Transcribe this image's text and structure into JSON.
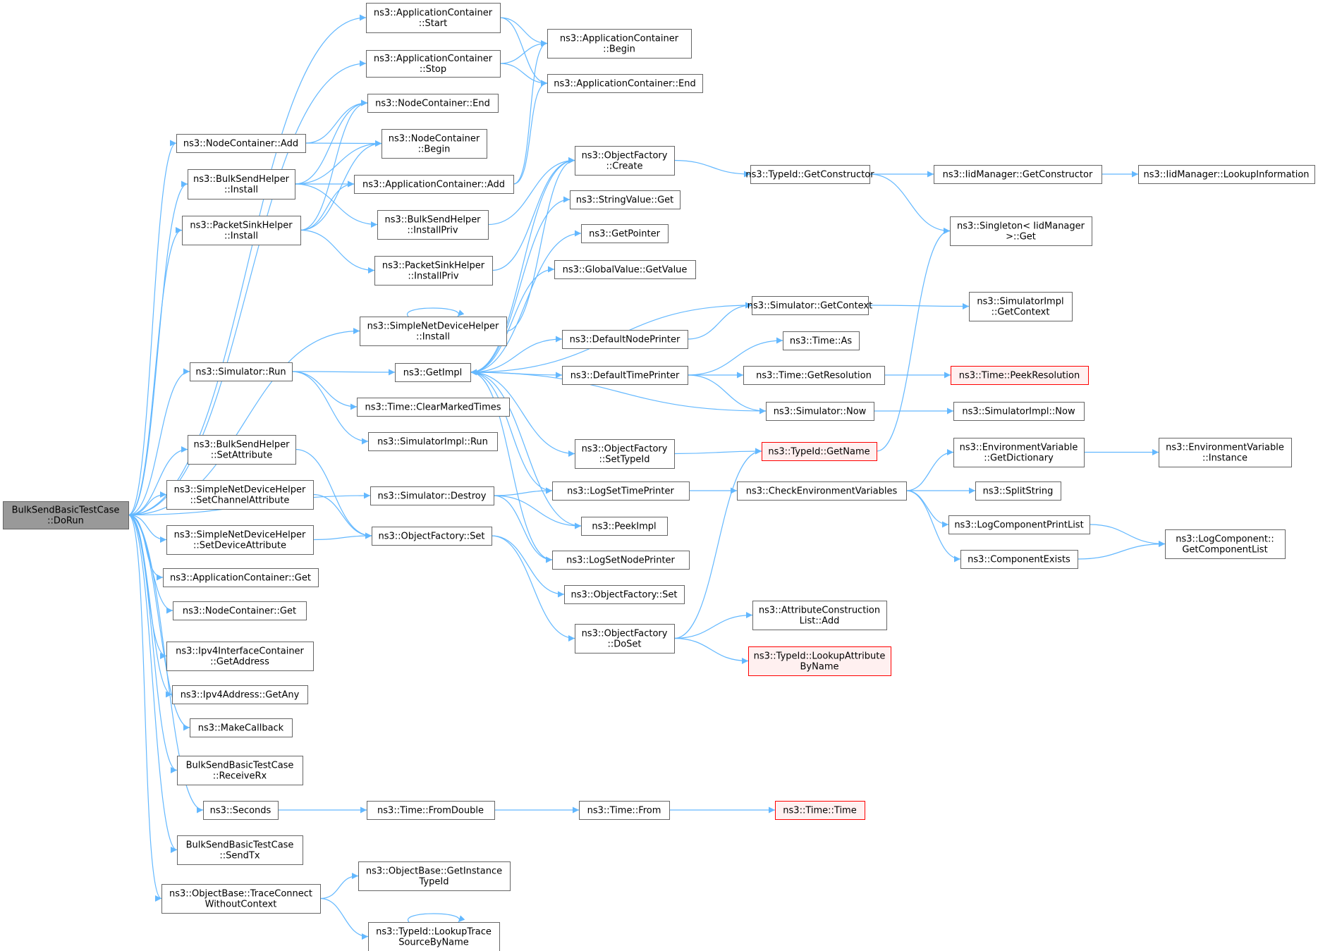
{
  "colors": {
    "edge": "#63b8ff",
    "node_border": "#666666",
    "node_fill": "#ffffff",
    "root_fill": "#999999",
    "root_border": "#666666",
    "highlight_fill": "#fff0f0",
    "highlight_border": "#ff0000"
  },
  "nodes": {
    "root": {
      "lines": [
        "BulkSendBasicTestCase",
        "::DoRun"
      ]
    },
    "appStart": {
      "lines": [
        "ns3::ApplicationContainer",
        "::Start"
      ]
    },
    "appBegin": {
      "lines": [
        "ns3::ApplicationContainer",
        "::Begin"
      ]
    },
    "appStop": {
      "lines": [
        "ns3::ApplicationContainer",
        "::Stop"
      ]
    },
    "appEnd": {
      "lines": [
        "ns3::ApplicationContainer::End"
      ]
    },
    "ncEnd": {
      "lines": [
        "ns3::NodeContainer::End"
      ]
    },
    "ncAdd": {
      "lines": [
        "ns3::NodeContainer::Add"
      ]
    },
    "ncBegin": {
      "lines": [
        "ns3::NodeContainer",
        "::Begin"
      ]
    },
    "bshInstall": {
      "lines": [
        "ns3::BulkSendHelper",
        "::Install"
      ]
    },
    "appAdd": {
      "lines": [
        "ns3::ApplicationContainer::Add"
      ]
    },
    "ofCreate": {
      "lines": [
        "ns3::ObjectFactory",
        "::Create"
      ]
    },
    "getCtor": {
      "lines": [
        "ns3::TypeId::GetConstructor"
      ]
    },
    "iidGetCtor": {
      "lines": [
        "ns3::IidManager::GetConstructor"
      ]
    },
    "iidLookup": {
      "lines": [
        "ns3::IidManager::LookupInformation"
      ]
    },
    "pshInstall": {
      "lines": [
        "ns3::PacketSinkHelper",
        "::Install"
      ]
    },
    "bshInstallPriv": {
      "lines": [
        "ns3::BulkSendHelper",
        "::InstallPriv"
      ]
    },
    "strGet": {
      "lines": [
        "ns3::StringValue::Get"
      ]
    },
    "singletonGet": {
      "lines": [
        "ns3::Singleton< IidManager",
        " >::Get"
      ]
    },
    "getPointer": {
      "lines": [
        "ns3::GetPointer"
      ]
    },
    "pshInstallPriv": {
      "lines": [
        "ns3::PacketSinkHelper",
        "::InstallPriv"
      ]
    },
    "gvGetValue": {
      "lines": [
        "ns3::GlobalValue::GetValue"
      ]
    },
    "snhInstall": {
      "lines": [
        "ns3::SimpleNetDeviceHelper",
        "::Install"
      ]
    },
    "simGetContext": {
      "lines": [
        "ns3::Simulator::GetContext"
      ]
    },
    "siGetContext": {
      "lines": [
        "ns3::SimulatorImpl",
        "::GetContext"
      ]
    },
    "defNodePrinter": {
      "lines": [
        "ns3::DefaultNodePrinter"
      ]
    },
    "timeAs": {
      "lines": [
        "ns3::Time::As"
      ]
    },
    "simRun": {
      "lines": [
        "ns3::Simulator::Run"
      ]
    },
    "getImpl": {
      "lines": [
        "ns3::GetImpl"
      ]
    },
    "defTimePrinter": {
      "lines": [
        "ns3::DefaultTimePrinter"
      ]
    },
    "timeGetRes": {
      "lines": [
        "ns3::Time::GetResolution"
      ]
    },
    "timePeekRes": {
      "lines": [
        "ns3::Time::PeekResolution"
      ]
    },
    "timeClearMarked": {
      "lines": [
        "ns3::Time::ClearMarkedTimes"
      ]
    },
    "simNow": {
      "lines": [
        "ns3::Simulator::Now"
      ]
    },
    "siNow": {
      "lines": [
        "ns3::SimulatorImpl::Now"
      ]
    },
    "siRun": {
      "lines": [
        "ns3::SimulatorImpl::Run"
      ]
    },
    "bshSetAttr": {
      "lines": [
        "ns3::BulkSendHelper",
        "::SetAttribute"
      ]
    },
    "ofSetTypeId": {
      "lines": [
        "ns3::ObjectFactory",
        "::SetTypeId"
      ]
    },
    "typeIdGetName": {
      "lines": [
        "ns3::TypeId::GetName"
      ]
    },
    "envGetDict": {
      "lines": [
        "ns3::EnvironmentVariable",
        "::GetDictionary"
      ]
    },
    "envInstance": {
      "lines": [
        "ns3::EnvironmentVariable",
        "::Instance"
      ]
    },
    "snhSetChanAttr": {
      "lines": [
        "ns3::SimpleNetDeviceHelper",
        "::SetChannelAttribute"
      ]
    },
    "simDestroy": {
      "lines": [
        "ns3::Simulator::Destroy"
      ]
    },
    "logSetTimePrinter": {
      "lines": [
        "ns3::LogSetTimePrinter"
      ]
    },
    "checkEnv": {
      "lines": [
        "ns3::CheckEnvironmentVariables"
      ]
    },
    "splitString": {
      "lines": [
        "ns3::SplitString"
      ]
    },
    "peekImpl": {
      "lines": [
        "ns3::PeekImpl"
      ]
    },
    "logCompPrintList": {
      "lines": [
        "ns3::LogComponentPrintList"
      ]
    },
    "snhSetDevAttr": {
      "lines": [
        "ns3::SimpleNetDeviceHelper",
        "::SetDeviceAttribute"
      ]
    },
    "ofSet": {
      "lines": [
        "ns3::ObjectFactory::Set"
      ]
    },
    "logCompGetList": {
      "lines": [
        "ns3::LogComponent::",
        "GetComponentList"
      ]
    },
    "compExists": {
      "lines": [
        "ns3::ComponentExists"
      ]
    },
    "logSetNodePrinter": {
      "lines": [
        "ns3::LogSetNodePrinter"
      ]
    },
    "acGet": {
      "lines": [
        "ns3::ApplicationContainer::Get"
      ]
    },
    "ofSet2": {
      "lines": [
        "ns3::ObjectFactory::Set"
      ]
    },
    "ncGet": {
      "lines": [
        "ns3::NodeContainer::Get"
      ]
    },
    "ofDoSet": {
      "lines": [
        "ns3::ObjectFactory",
        "::DoSet"
      ]
    },
    "acListAdd": {
      "lines": [
        "ns3::AttributeConstruction",
        "List::Add"
      ]
    },
    "ipv4IfGetAddr": {
      "lines": [
        "ns3::Ipv4InterfaceContainer",
        "::GetAddress"
      ]
    },
    "typeIdLookupAttr": {
      "lines": [
        "ns3::TypeId::LookupAttribute",
        "ByName"
      ]
    },
    "ipv4GetAny": {
      "lines": [
        "ns3::Ipv4Address::GetAny"
      ]
    },
    "makeCallback": {
      "lines": [
        "ns3::MakeCallback"
      ]
    },
    "receiveRx": {
      "lines": [
        "BulkSendBasicTestCase",
        "::ReceiveRx"
      ]
    },
    "seconds": {
      "lines": [
        "ns3::Seconds"
      ]
    },
    "timeFromDouble": {
      "lines": [
        "ns3::Time::FromDouble"
      ]
    },
    "timeFrom": {
      "lines": [
        "ns3::Time::From"
      ]
    },
    "timeTime": {
      "lines": [
        "ns3::Time::Time"
      ]
    },
    "sendTx": {
      "lines": [
        "BulkSendBasicTestCase",
        "::SendTx"
      ]
    },
    "traceConnect": {
      "lines": [
        "ns3::ObjectBase::TraceConnect",
        "WithoutContext"
      ]
    },
    "getInstTypeId": {
      "lines": [
        "ns3::ObjectBase::GetInstance",
        "TypeId"
      ]
    },
    "lookupTraceSrc": {
      "lines": [
        "ns3::TypeId::LookupTrace",
        "SourceByName"
      ]
    }
  }
}
